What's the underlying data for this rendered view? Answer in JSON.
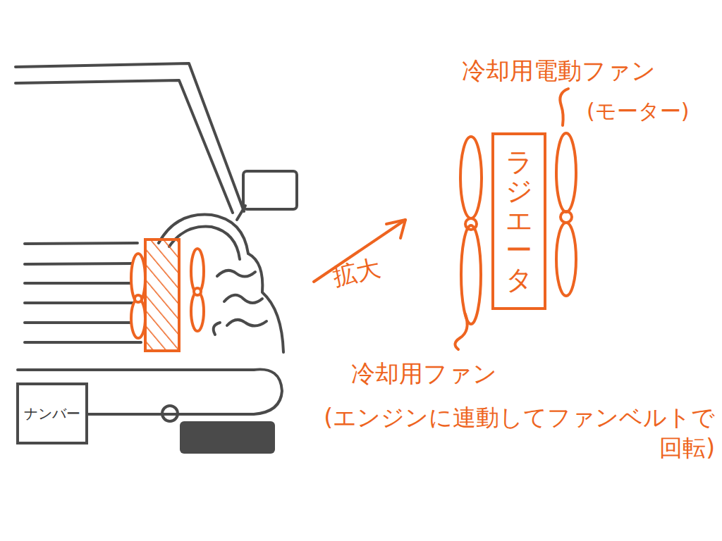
{
  "diagram": {
    "nodes": [
      {
        "text": [
          "ナンバー"
        ]
      },
      {
        "text": [
          "ラジエータ"
        ]
      }
    ],
    "labels": [
      "拡大",
      "冷却用電動ファン",
      "(モーター)",
      "冷却用ファン",
      "(エンジンに連動してファンベルトで回転)"
    ]
  }
}
